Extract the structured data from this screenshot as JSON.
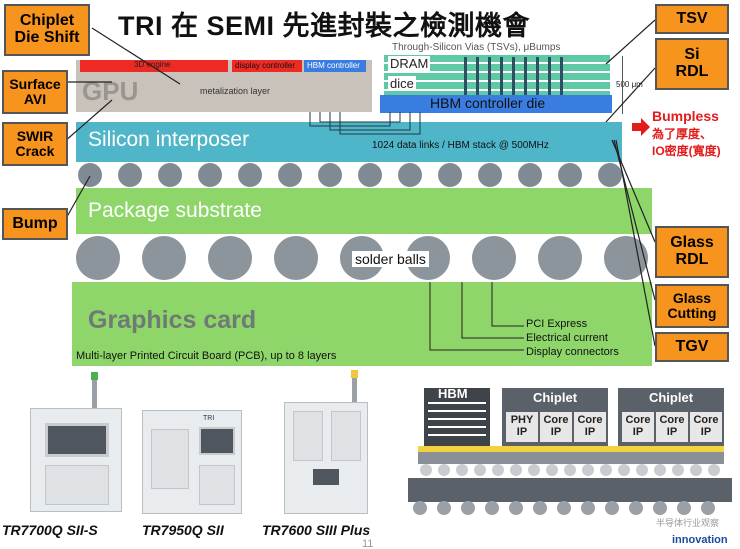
{
  "title": "TRI 在 SEMI 先進封裝之檢測機會",
  "left_labels": [
    {
      "line1": "Chiplet",
      "line2": "Die Shift"
    },
    {
      "line1": "Surface",
      "line2": "AVI"
    },
    {
      "line1": "SWIR",
      "line2": "Crack"
    },
    {
      "line1": "Bump",
      "line2": ""
    }
  ],
  "right_labels": [
    {
      "line1": "TSV",
      "line2": ""
    },
    {
      "line1": "Si",
      "line2": "RDL"
    },
    {
      "line1": "Glass",
      "line2": "RDL"
    },
    {
      "line1": "Glass",
      "line2": "Cutting"
    },
    {
      "line1": "TGV",
      "line2": ""
    }
  ],
  "bumpless": {
    "title": "Bumpless",
    "line1": "為了厚度、",
    "line2": "IO密度(寬度)"
  },
  "diagram": {
    "gpu": "GPU",
    "engine": "3D engine",
    "display_controller": "display controller",
    "hbm_controller_small": "HBM controller",
    "metalization": "metalization layer",
    "tsv_caption": "Through-Silicon Vias (TSVs), μBumps",
    "dram": "DRAM",
    "dice": "dice",
    "height": "500 μm",
    "hbm_die": "HBM controller die",
    "interposer": "Silicon interposer",
    "data_links": "1024 data links / HBM stack @ 500MHz",
    "substrate": "Package substrate",
    "solder": "solder balls",
    "card": "Graphics card",
    "pcb": "Multi-layer Printed Circuit Board (PCB), up to 8 layers",
    "pci": "PCI Express",
    "electrical": "Electrical current",
    "display_conn": "Display connectors"
  },
  "machines": [
    {
      "name": "TR7700Q SII-S"
    },
    {
      "name": "TR7950Q SII"
    },
    {
      "name": "TR7600 SIII Plus"
    }
  ],
  "machine_badge": "TRI",
  "page_number": "11",
  "chiplet_diagram": {
    "hbm": "HBM",
    "chiplet": "Chiplet",
    "phy": "PHY",
    "core": "Core",
    "ip": "IP"
  },
  "watermark": "半导体行业观察",
  "brand": "innovation"
}
